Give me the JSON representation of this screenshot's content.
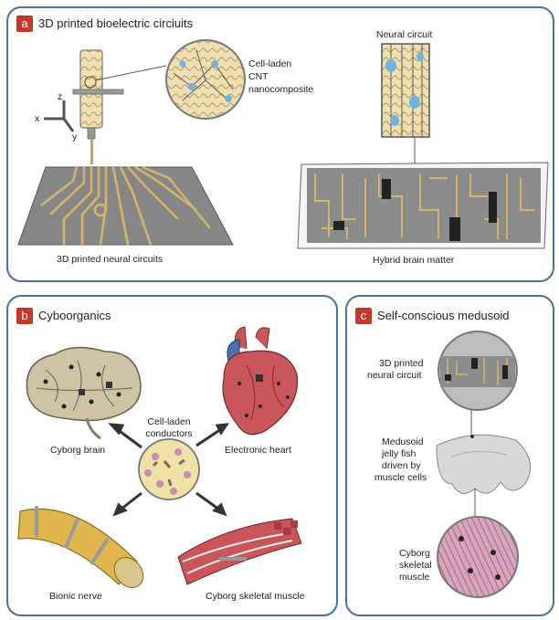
{
  "panel_a": {
    "letter": "a",
    "title": "3D printed bioelectric circiuits",
    "nanocomposite_label": [
      "Cell-laden",
      "CNT",
      "nanocomposite"
    ],
    "neural_circuit_label": "Neural circuit",
    "printed_label": "3D printed neural circuits",
    "hybrid_label": "Hybrid brain matter",
    "axis_z": "z",
    "axis_x": "x",
    "axis_y": "y"
  },
  "panel_b": {
    "letter": "b",
    "title": "Cyboorganics",
    "center_label": [
      "Cell-laden",
      "conductors"
    ],
    "brain_label": "Cyborg brain",
    "heart_label": "Electronic heart",
    "nerve_label": "Bionic nerve",
    "muscle_label": "Cyborg skeletal muscle"
  },
  "panel_c": {
    "letter": "c",
    "title": "Self-conscious medusoid",
    "circuit_label": [
      "3D printed",
      "neural circuit"
    ],
    "medusoid_label": [
      "Medusoid",
      "jelly fish",
      "driven by",
      "muscle cells"
    ],
    "muscle_label": [
      "Cyborg",
      "skeletal",
      "muscle"
    ]
  },
  "colors": {
    "frame": "#4a6fa5",
    "badge": "#c0392b",
    "circuit_gold": "#d8b46a",
    "board_gray": "#8a8a8a",
    "neuron_blue": "#6fb4e0",
    "muscle_red": "#c9555a",
    "nerve_yellow": "#e0b64e",
    "muscle_pink": "#c77a9a"
  }
}
